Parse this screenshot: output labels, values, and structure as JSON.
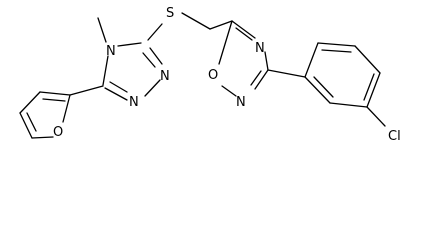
{
  "molecule": {
    "labels": {
      "methyl": "methyl",
      "n4": "N",
      "s": "S",
      "n_a": "N",
      "n_b": "N",
      "o_furan": "O",
      "n_ox1": "N",
      "o_ox": "O",
      "n_ox2": "N",
      "cl": "Cl"
    },
    "colors": {
      "bond": "#000000",
      "text": "#000000",
      "background": "#ffffff"
    }
  }
}
